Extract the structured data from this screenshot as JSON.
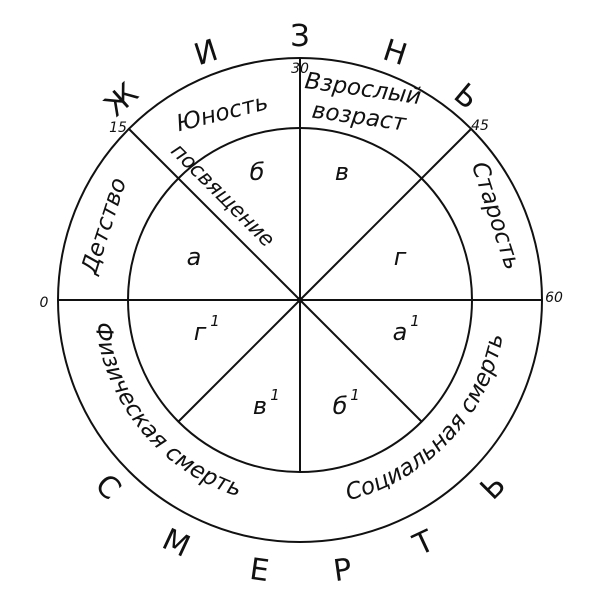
{
  "outer_top_letters": [
    "Ж",
    "И",
    "З",
    "Н",
    "Ь"
  ],
  "outer_bottom_letters": [
    "С",
    "М",
    "Е",
    "Р",
    "Т",
    "Ь"
  ],
  "scale_numbers": {
    "zero": "0",
    "fifteen": "15",
    "thirty": "30",
    "forty_five": "45",
    "sixty": "60"
  },
  "ring_labels": {
    "detstvo": "Детство",
    "yunost": "Юность",
    "vzroslyi": "Взрослый",
    "vozrast": "возраст",
    "starost": "Старость",
    "fizicheskaya_smert": "Физическая смерть",
    "socialnaya_smert": "Социальная смерть"
  },
  "diagonal_label": "посвящение",
  "sectors": {
    "a": "а",
    "b": "б",
    "v": "в",
    "g": "г",
    "a1": "а",
    "b1": "б",
    "v1": "в",
    "g1": "г",
    "superscript": "1"
  }
}
